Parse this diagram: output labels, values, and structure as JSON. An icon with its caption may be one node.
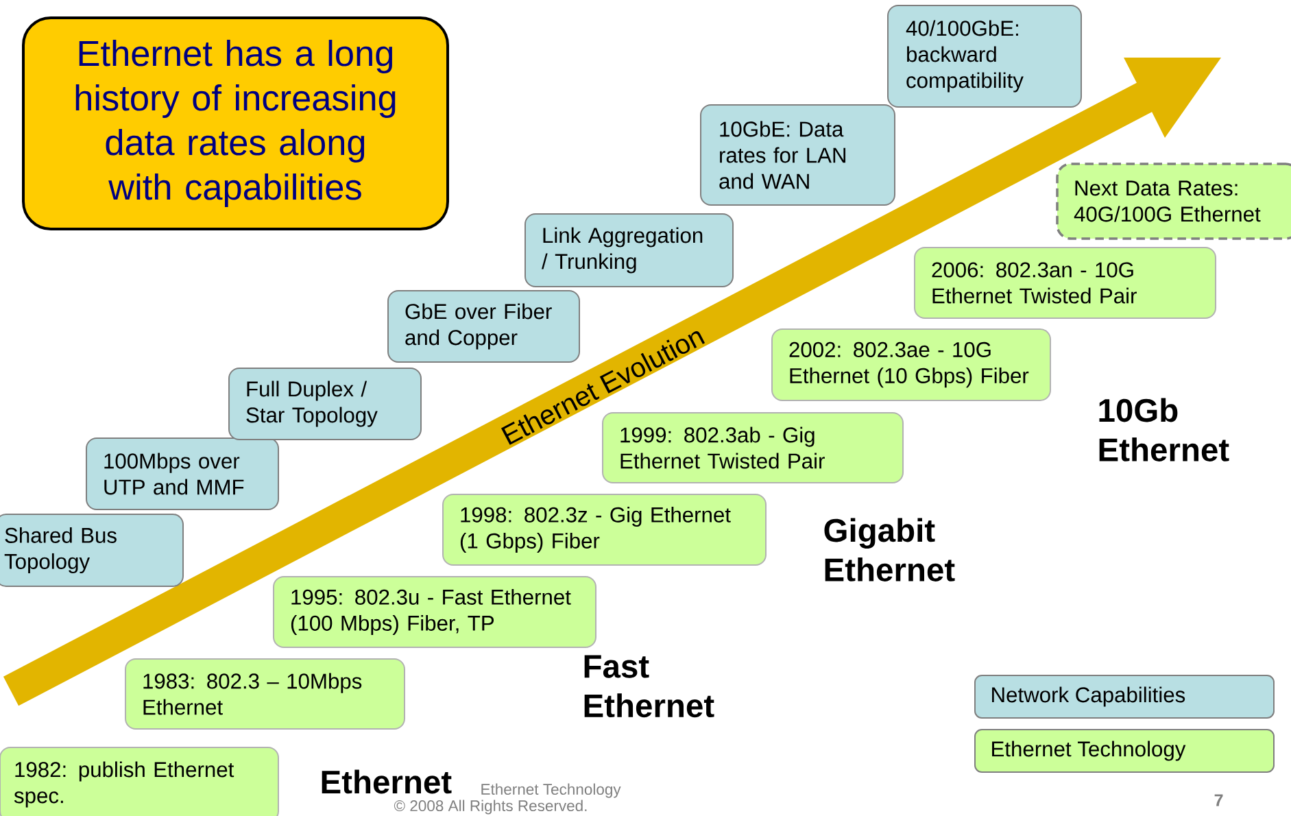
{
  "diagram": {
    "nodes": [
      {
        "text": [
          "Ethernet has a long history of increasing data rates along with capabilities"
        ]
      },
      {
        "text": [
          "Shared Bus Topology"
        ]
      },
      {
        "text": [
          "100Mbps over UTP and MMF"
        ]
      },
      {
        "text": [
          "Full Duplex / Star Topology"
        ]
      },
      {
        "text": [
          "GbE over Fiber and Copper"
        ]
      },
      {
        "text": [
          "Link Aggregation / Trunking"
        ]
      },
      {
        "text": [
          "10GbE: Data rates for LAN and WAN"
        ]
      },
      {
        "text": [
          "40/100GbE: backward compatibility"
        ]
      },
      {
        "text": [
          "1982: publish Ethernet spec."
        ]
      },
      {
        "text": [
          "1983: 802.3 – 10Mbps Ethernet"
        ]
      },
      {
        "text": [
          "1995: 802.3u - Fast Ethernet (100 Mbps) Fiber, TP"
        ]
      },
      {
        "text": [
          "1998: 802.3z - Gig Ethernet (1 Gbps) Fiber"
        ]
      },
      {
        "text": [
          "1999: 802.3ab - Gig Ethernet Twisted Pair"
        ]
      },
      {
        "text": [
          "2002: 802.3ae - 10G Ethernet (10 Gbps) Fiber"
        ]
      },
      {
        "text": [
          "2006: 802.3an - 10G Ethernet Twisted Pair"
        ]
      },
      {
        "text": [
          "Next Data Rates: 40G/100G Ethernet"
        ]
      }
    ],
    "labels": [
      "Ethernet Evolution",
      "Ethernet",
      "Fast Ethernet",
      "Gigabit Ethernet",
      "10Gb Ethernet",
      "Ethernet Technology",
      "© 2008 All Rights Reserved.",
      "7"
    ],
    "legend": [
      {
        "text": "Network Capabilities",
        "color": "#b8dfe3"
      },
      {
        "text": "Ethernet Technology",
        "color": "#ccff99"
      }
    ]
  }
}
